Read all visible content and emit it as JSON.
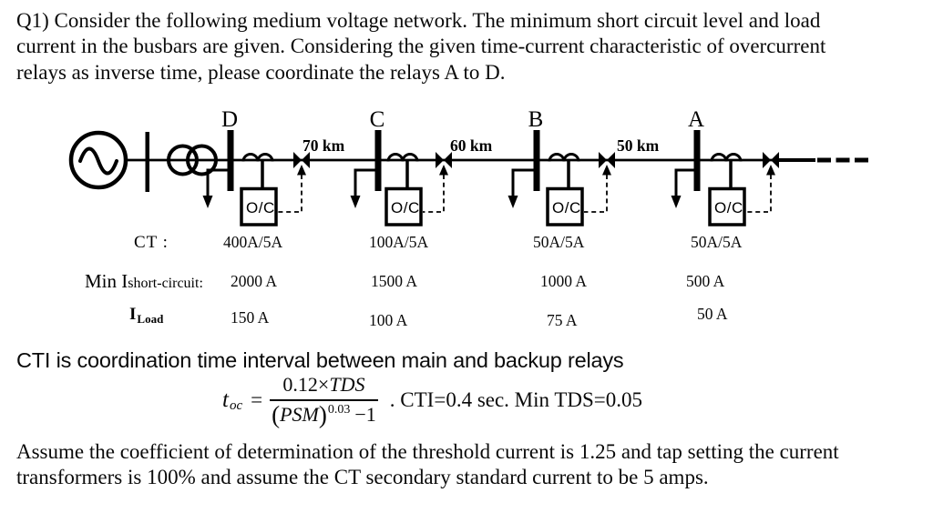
{
  "intro_lines": [
    "Q1) Consider the following medium voltage network. The minimum short circuit level and load",
    "current in the busbars are given. Considering the given time-current characteristic of overcurrent",
    "relays as inverse time, please coordinate the relays A to D."
  ],
  "diagram": {
    "bus_labels": [
      "D",
      "C",
      "B",
      "A"
    ],
    "segment_labels": [
      "70 km",
      "60 km",
      "50 km"
    ],
    "relay_label": "O/C"
  },
  "table": {
    "ct": {
      "label": "CT :",
      "values": [
        "400A/5A",
        "100A/5A",
        "50A/5A",
        "50A/5A"
      ]
    },
    "isc": {
      "label_main": "Min I",
      "label_sub": "short-circuit:",
      "values": [
        "2000 A",
        "1500 A",
        "1000 A",
        "500 A"
      ]
    },
    "iload": {
      "label_main": "I",
      "label_sub": "Load",
      "values": [
        "150 A",
        "100 A",
        "75 A",
        "50 A"
      ]
    }
  },
  "cti_note": "CTI is coordination time interval between main and backup relays",
  "formula": {
    "lhs_var": "t",
    "lhs_sub": "oc",
    "equals": "=",
    "num_coeff": "0.12×",
    "num_var": "TDS",
    "den_open": "(",
    "den_var": "PSM",
    "den_close": ")",
    "den_exp": "0.03",
    "den_rest": "−1",
    "tail": ". CTI=0.4 sec. Min TDS=0.05"
  },
  "assumption_lines": [
    "Assume the coefficient of determination of the threshold current is 1.25 and tap setting the current",
    "transformers is 100% and assume the CT secondary standard current to be 5 amps."
  ]
}
